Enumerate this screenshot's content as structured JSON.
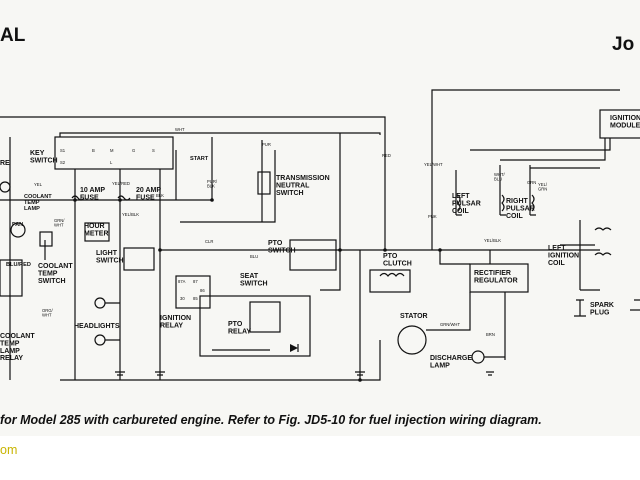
{
  "header": {
    "left_text": "AL",
    "right_text": "Jo"
  },
  "components": {
    "key_switch": "KEY\nSWITCH",
    "transmission_switch": "TRANSMISSION\nNEUTRAL\nSWITCH",
    "ignition_module": "IGNITION\nMODULE",
    "fuse_10": "10 AMP\nFUSE",
    "fuse_20": "20 AMP\nFUSE",
    "hour_meter": "HOUR\nMETER",
    "light_switch": "LIGHT\nSWITCH",
    "seat_switch": "SEAT\nSWITCH",
    "pto_switch": "PTO\nSWITCH",
    "pto_clutch": "PTO\nCLUTCH",
    "left_pulsar_coil": "LEFT\nPULSAR\nCOIL",
    "right_pulsar_coil": "RIGHT\nPULSAR\nCOIL",
    "left_ignition_coil": "LEFT\nIGNITION\nCOIL",
    "rectifier_regulator": "RECTIFIER\nREGULATOR",
    "spark_plug": "SPARK\nPLUG",
    "stator": "STATOR",
    "discharge_lamp": "DISCHARGE\nLAMP",
    "headlights": "HEADLIGHTS",
    "ignition_relay": "IGNITION\nRELAY",
    "pto_relay": "PTO\nRELAY",
    "coolant_temp_switch": "COOLANT\nTEMP\nSWITCH",
    "coolant_temp_lamp_relay": "COOLANT\nTEMP\nLAMP\nRELAY",
    "coolant_temp_lamp": "COOLANT\nTEMP\nLAMP",
    "fan": "FAN",
    "blu_red": "BLU/RED",
    "re_partial": "RE",
    "start": "START"
  },
  "wire_labels": {
    "wht": "WHT",
    "pur": "PUR",
    "red": "RED",
    "yel_wht": "YEL/WHT",
    "pnk": "PNK",
    "pur_blk": "PUR/\nBLK",
    "blk": "BLK",
    "yel_red": "YEL/RED",
    "yel_blk": "YEL/BLK",
    "blu": "BLU",
    "clr": "CLR",
    "grn_wht": "GRN/\nWHT",
    "org_wht": "ORG/\nWHT",
    "brn": "BRN",
    "grn": "GRN",
    "yel": "YEL",
    "wht_blu": "WHT/\nBLU",
    "yel_grn": "YEL/\nGRN",
    "grn_wht_stator": "GRN/WHT",
    "yel_blk_rect": "YEL/BLK"
  },
  "terminals": {
    "s1": "S1",
    "s2": "S2",
    "b": "B",
    "m": "M",
    "g": "G",
    "s": "S",
    "l": "L",
    "t87a": "87A",
    "t87": "87",
    "t85": "85",
    "t86": "86",
    "t30": "30"
  },
  "caption": "for Model 285 with carbureted engine. Refer to Fig. JD5-10 for fuel injection wiring diagram.",
  "watermark": "om"
}
